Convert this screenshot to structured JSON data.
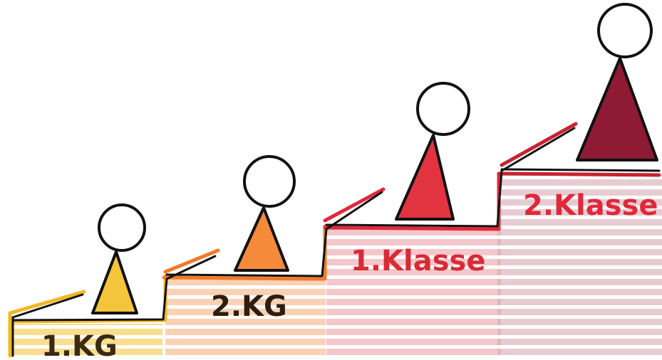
{
  "steps": [
    {
      "label": "1.KG",
      "color": "#f1b820",
      "label_color": "#3a2a10"
    },
    {
      "label": "2.KG",
      "color": "#f07a2a",
      "label_color": "#2e1d0e"
    },
    {
      "label": "1.Klasse",
      "color": "#e02a3a",
      "label_color": "#d92a35"
    },
    {
      "label": "2.Klasse",
      "color": "#8a1830",
      "label_color": "#e0283a"
    }
  ]
}
